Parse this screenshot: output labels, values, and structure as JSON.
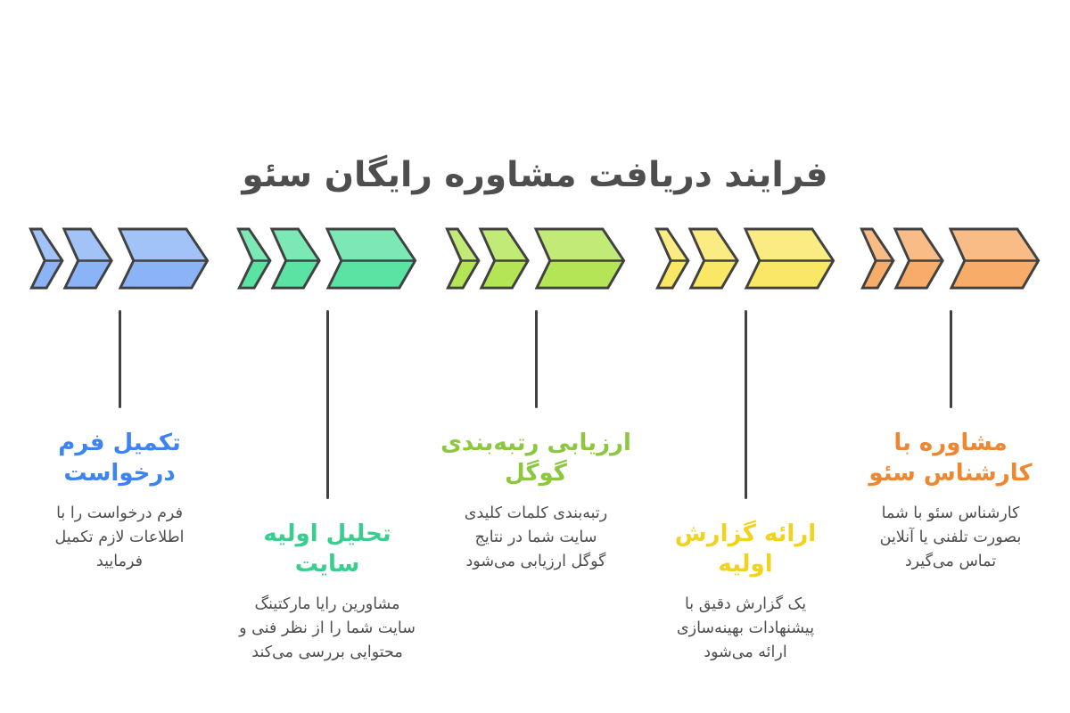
{
  "title": "فرایند دریافت مشاوره رایگان سئو",
  "colors": {
    "background": "#FFFFFF",
    "outline": "#414141",
    "heading_text": "#4E4E4E",
    "body_text": "#4E4E4E"
  },
  "steps": [
    {
      "id": "fill-request-form",
      "title": "تکمیل فرم\nدرخواست",
      "description": "فرم درخواست را با\nاطلاعات لازم تکمیل\nفرمایید",
      "arrow_fill": "#8AB4F6",
      "title_color": "#3E83F2"
    },
    {
      "id": "initial-site-analysis",
      "title": "تحلیل اولیه\nسایت",
      "description": "مشاورین رایا مارکتینگ\nسایت شما را از نظر فنی و\nمحتوایی بررسی می‌کند",
      "arrow_fill": "#5BE3A3",
      "title_color": "#38CE8E"
    },
    {
      "id": "google-ranking-evaluation",
      "title": "ارزیابی رتبه‌بندی\nگوگل",
      "description": "رتبه‌بندی کلمات کلیدی\nسایت شما در نتایج\nگوگل ارزیابی می‌شود",
      "arrow_fill": "#B3E556",
      "title_color": "#8DC63F"
    },
    {
      "id": "initial-report",
      "title": "ارائه گزارش اولیه",
      "description": "یک گزارش دقیق با\nپیشنهادات بهینه‌سازی\nارائه می‌شود",
      "arrow_fill": "#F9E765",
      "title_color": "#F0D321"
    },
    {
      "id": "seo-expert-consultation",
      "title": "مشاوره با\nکارشناس سئو",
      "description": "کارشناس سئو با شما\nبصورت تلفنی یا آنلاین\nتماس می‌گیرد",
      "arrow_fill": "#F8AC69",
      "title_color": "#EE8731"
    }
  ]
}
